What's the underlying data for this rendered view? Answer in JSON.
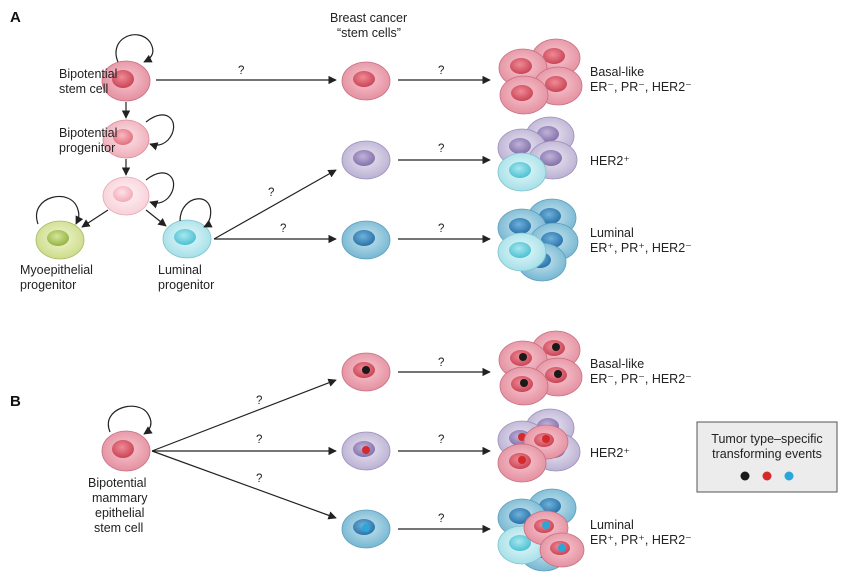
{
  "panels": {
    "a": "A",
    "b": "B"
  },
  "labels": {
    "bcsc_line1": "Breast cancer",
    "bcsc_line2": "“stem cells”",
    "bipotential_stem_1": "Bipotential",
    "bipotential_stem_2": "stem cell",
    "bipotential_prog_1": "Bipotential",
    "bipotential_prog_2": "progenitor",
    "myo_1": "Myoepithelial",
    "myo_2": "progenitor",
    "luminal_prog_1": "Luminal",
    "luminal_prog_2": "progenitor",
    "basal_1": "Basal-like",
    "basal_2": "ER⁻, PR⁻, HER2⁻",
    "her2": "HER2⁺",
    "luminal_1": "Luminal",
    "luminal_2": "ER⁺, PR⁺, HER2⁻",
    "bmesc_1": "Bipotential",
    "bmesc_2": "mammary",
    "bmesc_3": "epithelial",
    "bmesc_4": "stem cell",
    "question": "?"
  },
  "legend": {
    "title_1": "Tumor type–specific",
    "title_2": "transforming events",
    "dots": [
      "#1a1a1a",
      "#d42a2a",
      "#2aa6d8"
    ]
  },
  "colors": {
    "pink_out": "#e9a5b3",
    "pink_in": "#d8606e",
    "lpink_out": "#f4c7cf",
    "lpink_in": "#ea8e9c",
    "vlpink_out": "#fbe1e6",
    "vlpink_in": "#f6bfc9",
    "green_out": "#dfe8a8",
    "green_in": "#a9c457",
    "cyan_out": "#c8eef2",
    "cyan_in": "#6fd1dd",
    "purple_out": "#d1cbe0",
    "purple_in": "#9886ba",
    "blue_out": "#9fd0e3",
    "blue_in": "#3b8fc0",
    "legend_bg": "#ececec"
  }
}
